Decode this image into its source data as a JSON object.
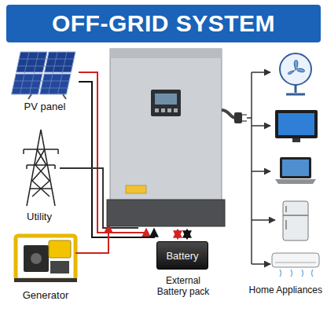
{
  "diagram": {
    "title": "OFF-GRID SYSTEM",
    "nodes": [
      {
        "text": [
          "Battery",
          "External Battery pack"
        ]
      }
    ],
    "labels": [
      "PV panel",
      "Utility",
      "Generator",
      "Home Appliances"
    ]
  }
}
